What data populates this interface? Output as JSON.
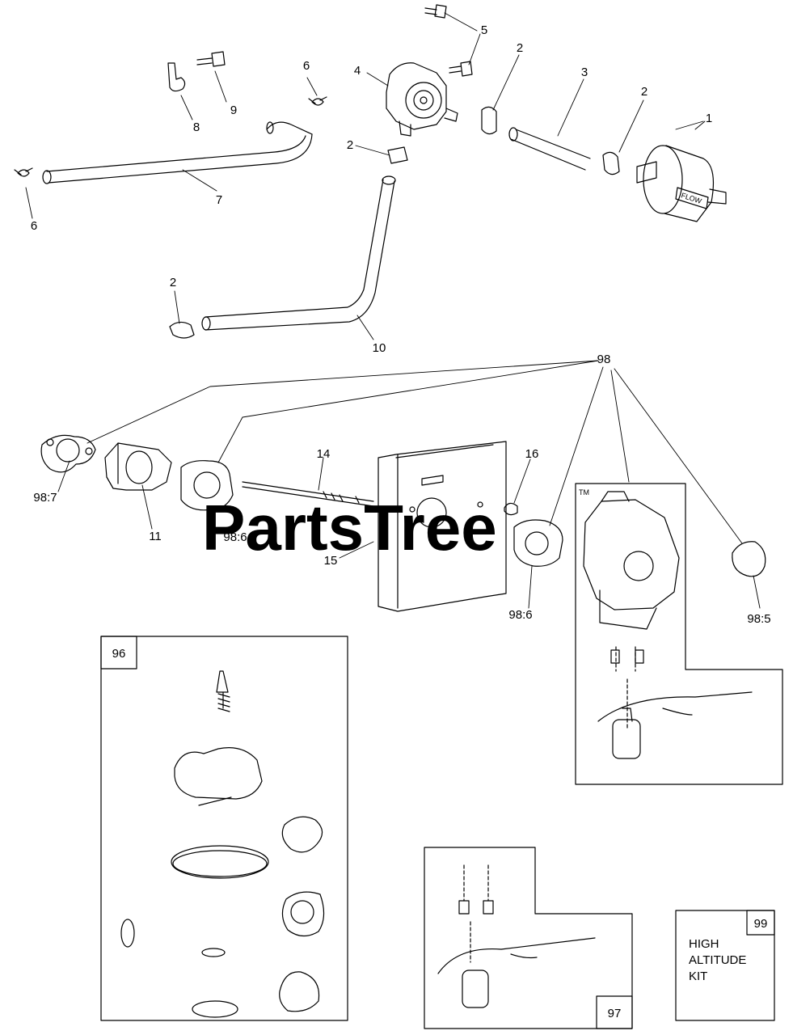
{
  "watermark": {
    "text": "PartsTree",
    "trademark": "TM"
  },
  "filter_label": "FLOW",
  "callouts": {
    "c1": "1",
    "c2a": "2",
    "c2b": "2",
    "c2c": "2",
    "c2d": "2",
    "c3": "3",
    "c4": "4",
    "c5": "5",
    "c6a": "6",
    "c6b": "6",
    "c7": "7",
    "c8": "8",
    "c9": "9",
    "c10": "10",
    "c11": "11",
    "c14": "14",
    "c15": "15",
    "c16": "16",
    "c98": "98",
    "c98_7": "98:7",
    "c98_6a": "98:6",
    "c98_6b": "98:6",
    "c98_5": "98:5"
  },
  "boxes": {
    "kit96": "96",
    "kit97": "97",
    "kit99": "99"
  },
  "high_altitude": {
    "line1": "HIGH",
    "line2": "ALTITUDE",
    "line3": "KIT"
  }
}
